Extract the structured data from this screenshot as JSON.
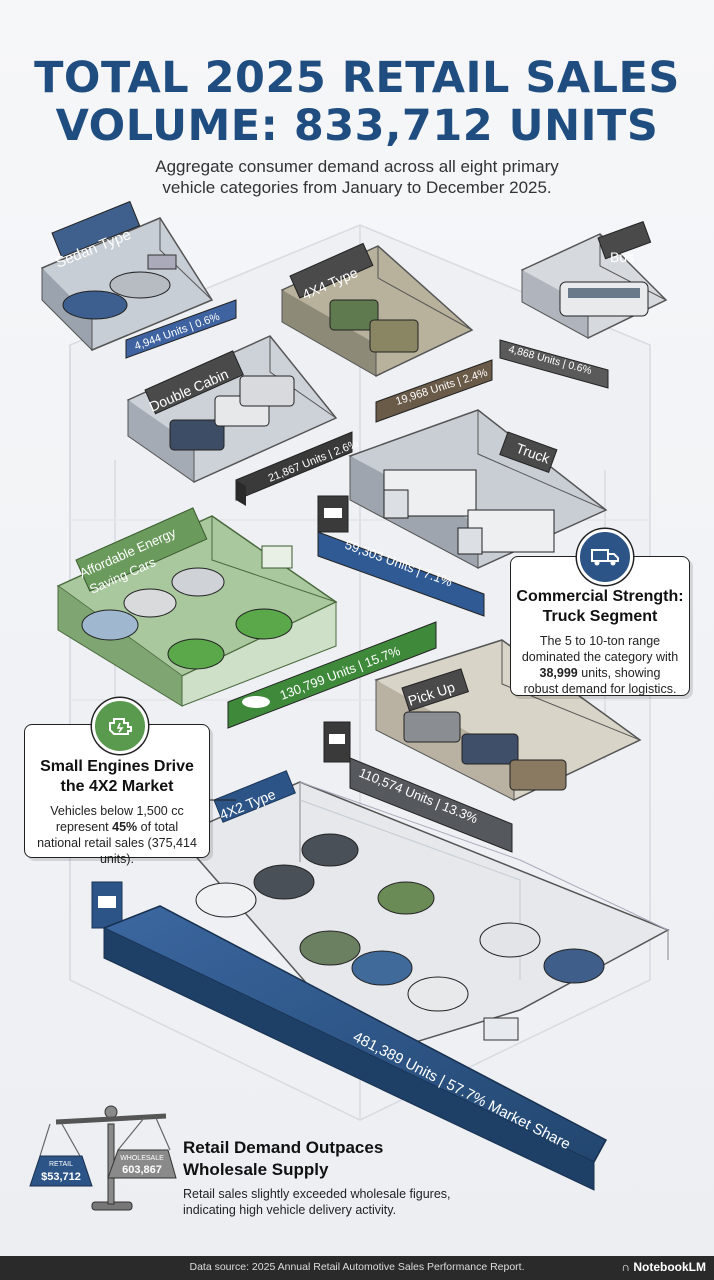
{
  "header": {
    "title_line1": "TOTAL 2025 RETAIL SALES",
    "title_line2": "VOLUME: 833,712 UNITS",
    "subtitle_line1": "Aggregate consumer demand across all eight primary",
    "subtitle_line2": "vehicle categories from January to December 2025."
  },
  "categories": {
    "sedan": {
      "name": "Sedan Type",
      "value": "4,944 Units | 0.6%"
    },
    "fourx4": {
      "name": "4X4 Type",
      "value": "19,968 Units | 2.4%"
    },
    "bus": {
      "name": "Bus",
      "value": "4,868 Units | 0.6%"
    },
    "double_cabin": {
      "name": "Double Cabin",
      "value": "21,867 Units | 2.6%"
    },
    "truck": {
      "name": "Truck",
      "value": "59,303 Units | 7.1%"
    },
    "energy_line1": "Affordable Energy",
    "energy_line2": "Saving Cars",
    "energy_value": "130,799 Units | 15.7%",
    "pickup": {
      "name": "Pick Up",
      "value": "110,574 Units | 13.3%"
    },
    "fourx2": {
      "name": "4X2 Type",
      "value": "481,389 Units | 57.7% Market Share"
    }
  },
  "callouts": {
    "truck": {
      "title_line1": "Commercial Strength:",
      "title_line2": "Truck Segment",
      "text_a": "The 5 to 10-ton range dominated the category with ",
      "text_bold": "38,999",
      "text_b": " units, showing robust demand for logistics."
    },
    "engine": {
      "title_line1": "Small Engines Drive",
      "title_line2": "the 4X2 Market",
      "text_a": "Vehicles below 1,500 cc represent ",
      "text_bold": "45%",
      "text_b": " of total national retail sales (375,414 units)."
    }
  },
  "balance": {
    "retail_label": "RETAIL",
    "retail_value": "$53,712",
    "wholesale_label": "WHOLESALE",
    "wholesale_value": "603,867",
    "title_line1": "Retail Demand Outpaces",
    "title_line2": "Wholesale Supply",
    "desc_line1": "Retail sales slightly exceeded wholesale figures,",
    "desc_line2": "indicating high vehicle delivery activity."
  },
  "footer": {
    "source": "Data source: 2025 Annual Retail Automotive Sales Performance Report.",
    "brand": "NotebookLM"
  },
  "colors": {
    "title_blue": "#1f4d80",
    "energy_green": "#5a9a4e",
    "room_grey": "#c5cad2",
    "bar_dark": "#3d3d3d",
    "fourx2_blue": "#2d5487"
  }
}
